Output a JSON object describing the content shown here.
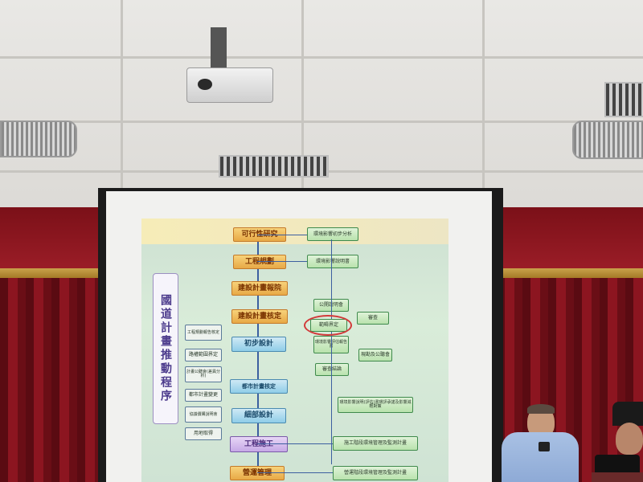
{
  "slide": {
    "title": "國道計畫推動程序",
    "main_steps": [
      "可行性研究",
      "工程規劃",
      "建設計畫報院",
      "建設計畫核定",
      "初步設計",
      "都市計畫核定",
      "細部設計",
      "工程施工",
      "營運管理"
    ],
    "left_steps": [
      "工程規劃報告核定",
      "路權範圍界定",
      "計畫公聽會(差異分析)",
      "都市計畫變更",
      "協議價購說明會",
      "用地取得"
    ],
    "right_steps": [
      "環境影響初步分析",
      "環境影響說明書",
      "公開說明會",
      "審查",
      "環境影響評估報告書",
      "現勘及公聽會",
      "審查結論",
      "環境影響說明(評估)書環評承諾及影響減輕對策",
      "施工階段環境管理及監測計畫",
      "營運階段環境管理及監測計畫"
    ],
    "highlighted_step": "範疇界定",
    "colors": {
      "main_step": "#e8a946",
      "blue_step": "#8fcde8",
      "highlight_ring": "#d23a3a",
      "curtain": "#8c1520"
    }
  }
}
